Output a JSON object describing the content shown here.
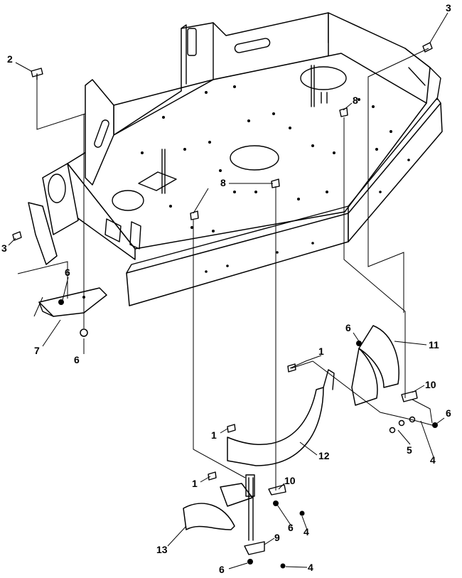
{
  "diagram": {
    "callouts": [
      {
        "id": "c-2",
        "label": "2"
      },
      {
        "id": "c-3-top",
        "label": "3"
      },
      {
        "id": "c-3-left",
        "label": "3"
      },
      {
        "id": "c-8-right",
        "label": "8"
      },
      {
        "id": "c-8-mid",
        "label": "8"
      },
      {
        "id": "c-6-left",
        "label": "6"
      },
      {
        "id": "c-7",
        "label": "7"
      },
      {
        "id": "c-6-below7",
        "label": "6"
      },
      {
        "id": "c-6-11",
        "label": "6"
      },
      {
        "id": "c-11",
        "label": "11"
      },
      {
        "id": "c-1-top",
        "label": "1"
      },
      {
        "id": "c-10-right",
        "label": "10"
      },
      {
        "id": "c-6-right",
        "label": "6"
      },
      {
        "id": "c-1-mid",
        "label": "1"
      },
      {
        "id": "c-12",
        "label": "12"
      },
      {
        "id": "c-5",
        "label": "5"
      },
      {
        "id": "c-4-right",
        "label": "4"
      },
      {
        "id": "c-1-low",
        "label": "1"
      },
      {
        "id": "c-10-low",
        "label": "10"
      },
      {
        "id": "c-6-low",
        "label": "6"
      },
      {
        "id": "c-4-low",
        "label": "4"
      },
      {
        "id": "c-13",
        "label": "13"
      },
      {
        "id": "c-9",
        "label": "9"
      },
      {
        "id": "c-6-bottom",
        "label": "6"
      },
      {
        "id": "c-4-bottom",
        "label": "4"
      }
    ]
  }
}
